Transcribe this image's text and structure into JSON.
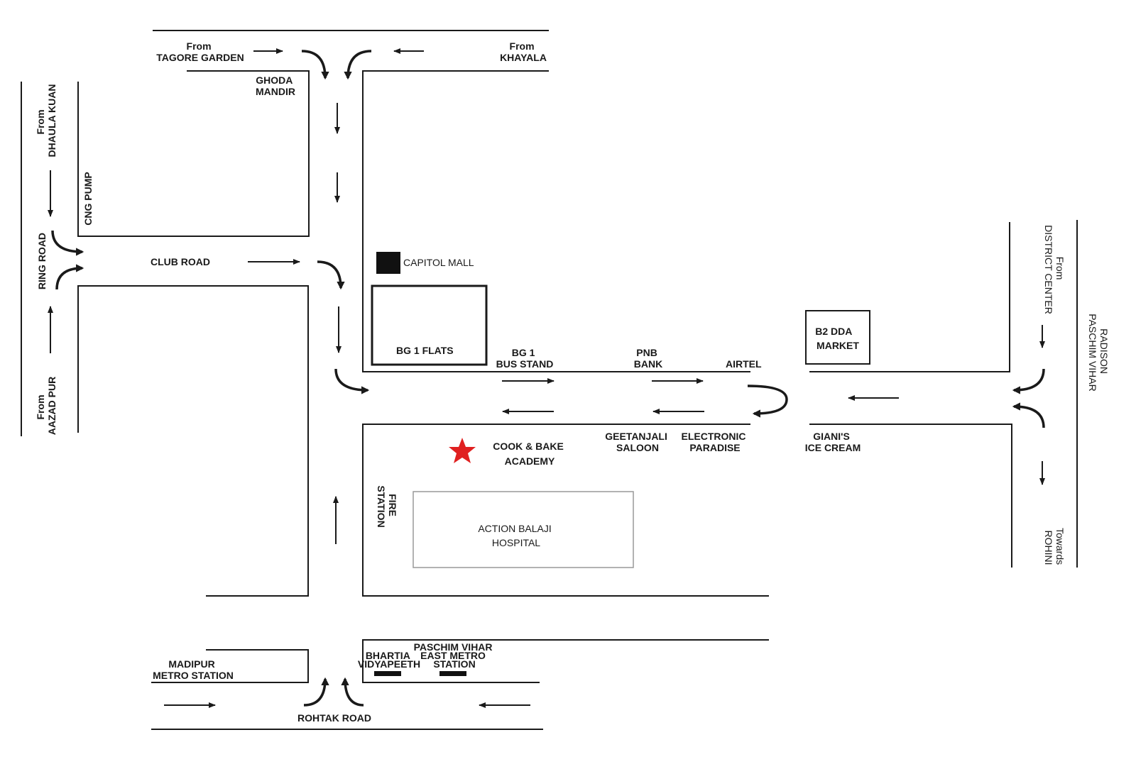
{
  "title": "Cook & Bake Academy location map",
  "accent_color": "#e02020",
  "labels": {
    "from_tagore": [
      "From",
      "TAGORE GARDEN"
    ],
    "from_khayala": [
      "From",
      "KHAYALA"
    ],
    "ghoda_mandir": [
      "GHODA",
      "MANDIR"
    ],
    "from_dhaula_kuan": [
      "From",
      "DHAULA KUAN"
    ],
    "cng_pump": "CNG PUMP",
    "ring_road": "RING ROAD",
    "club_road": "CLUB ROAD",
    "from_aazad_pur": [
      "From",
      "AAZAD PUR"
    ],
    "capitol_mall": "CAPITOL MALL",
    "bg1_flats": "BG 1 FLATS",
    "bg1_bus_stand": [
      "BG 1",
      "BUS STAND"
    ],
    "pnb_bank": [
      "PNB",
      "BANK"
    ],
    "airtel": "AIRTEL",
    "b2_dda_market": [
      "B2 DDA",
      "MARKET"
    ],
    "from_district_center": [
      "From",
      "DISTRICT CENTER"
    ],
    "radison": [
      "RADISON",
      "PASCHIM VIHAR"
    ],
    "towards_rohini": [
      "Towards",
      "ROHINI"
    ],
    "academy": [
      "COOK & BAKE",
      "ACADEMY"
    ],
    "geetanjali": [
      "GEETANJALI",
      "SALOON"
    ],
    "electronic_paradise": [
      "ELECTRONIC",
      "PARADISE"
    ],
    "giani": [
      "GIANI'S",
      "ICE CREAM"
    ],
    "fire_station": [
      "FIRE",
      "STATION"
    ],
    "hospital": [
      "ACTION BALAJI",
      "HOSPITAL"
    ],
    "madipur": [
      "MADIPUR",
      "METRO STATION"
    ],
    "bhartia": [
      "BHARTIA",
      "VIDYAPEETH"
    ],
    "paschim_metro": [
      "PASCHIM VIHAR",
      "EAST METRO",
      "STATION"
    ],
    "rohtak_road": "ROHTAK ROAD"
  }
}
